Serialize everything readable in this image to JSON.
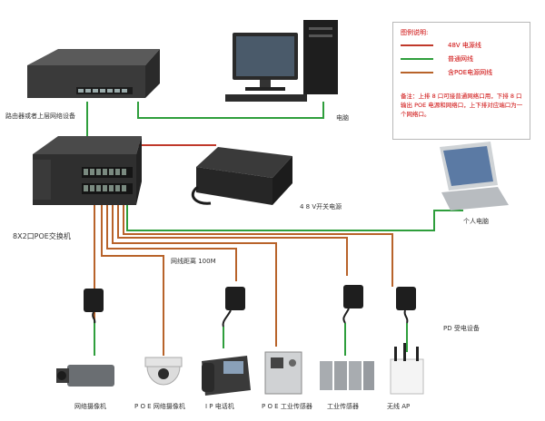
{
  "labels": {
    "upstream": "路由器或者上层网络设备",
    "computer": "电脑",
    "poe_switch": "8X2口POE交换机",
    "psu": "4 8 V开关电源",
    "laptop": "个人电脑",
    "distance": "网线距离 100M",
    "pd": "PD 受电设备",
    "device_labels": [
      "网络摄像机",
      "P O E 网络摄像机",
      "I P 电话机",
      "P O E 工业传感器",
      "工业传感器",
      "无线 AP"
    ]
  },
  "legend": {
    "title": "图例说明:",
    "items": [
      {
        "label": "48V 电源线",
        "color": "#c0392b"
      },
      {
        "label": "普通网线",
        "color": "#2e9e3c"
      },
      {
        "label": "含POE电源网线",
        "color": "#b8632a"
      }
    ],
    "note": "备注：上排 8 口可接普通网络口用，下排 8 口输出 POE 电源和网络口，上下排对应端口为一个网络口。"
  },
  "colors": {
    "power_line": "#c0392b",
    "network_line": "#2e9e3c",
    "poe_line": "#b8632a"
  }
}
